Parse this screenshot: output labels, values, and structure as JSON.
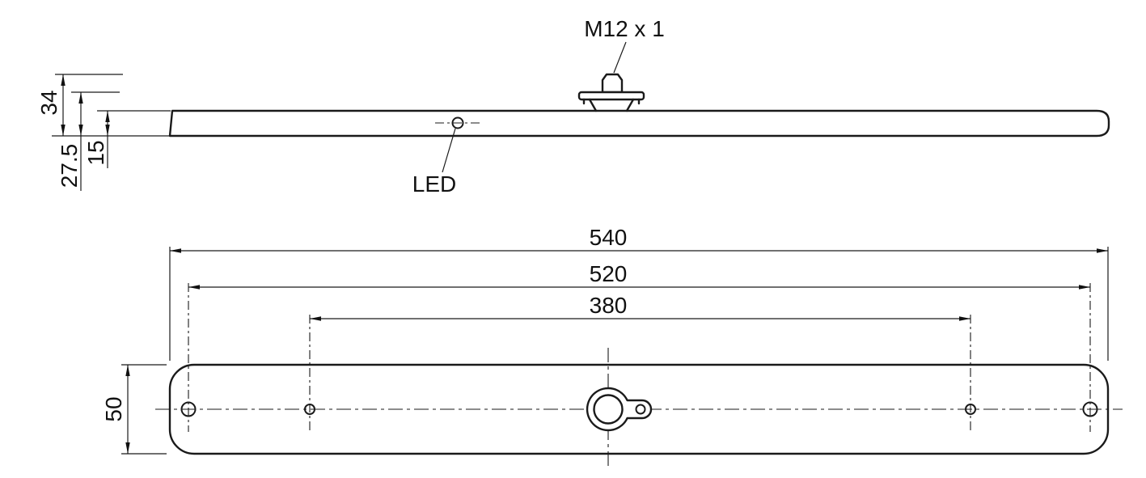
{
  "drawing": {
    "kind": "technical-dimension-drawing",
    "colors": {
      "line": "#1a1a1a",
      "background": "#ffffff"
    },
    "side_view": {
      "connector_label": "M12 x 1",
      "led_label": "LED",
      "dim_overall_height": "34",
      "dim_flange_height": "27.5",
      "dim_body_thickness": "15"
    },
    "top_view": {
      "dim_overall_length": "540",
      "dim_outer_hole_spacing": "520",
      "dim_inner_hole_spacing": "380",
      "dim_body_width": "50"
    }
  }
}
